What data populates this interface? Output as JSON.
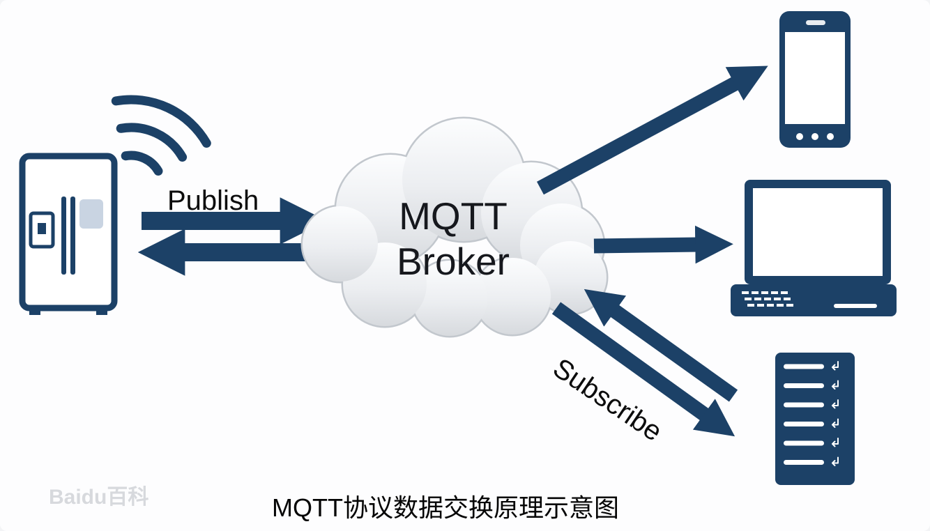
{
  "diagram": {
    "type": "architecture-flow",
    "caption": "MQTT协议数据交换原理示意图",
    "watermark": "Baidu百科",
    "broker": {
      "line1": "MQTT",
      "line2": "Broker"
    },
    "labels": {
      "publish": "Publish",
      "subscribe": "Subscribe"
    },
    "nodes": [
      {
        "id": "refrigerator",
        "role": "publisher",
        "icon": "refrigerator-icon"
      },
      {
        "id": "wifi-signal",
        "role": "decoration",
        "icon": "wifi-signal-icon"
      },
      {
        "id": "mqtt-broker",
        "role": "broker",
        "icon": "cloud-shape"
      },
      {
        "id": "smartphone",
        "role": "subscriber",
        "icon": "smartphone-icon"
      },
      {
        "id": "laptop",
        "role": "subscriber",
        "icon": "laptop-icon"
      },
      {
        "id": "server",
        "role": "subscriber",
        "icon": "server-icon"
      }
    ],
    "flows": [
      {
        "from": "refrigerator",
        "to": "mqtt-broker",
        "label": "Publish"
      },
      {
        "from": "mqtt-broker",
        "to": "refrigerator",
        "label": ""
      },
      {
        "from": "mqtt-broker",
        "to": "smartphone",
        "label": ""
      },
      {
        "from": "mqtt-broker",
        "to": "laptop",
        "label": ""
      },
      {
        "from": "mqtt-broker",
        "to": "server",
        "label": "Subscribe"
      },
      {
        "from": "server",
        "to": "mqtt-broker",
        "label": ""
      }
    ],
    "colors": {
      "navy": "#1c4167",
      "background": "#fdfdfe",
      "cloud_fill_top": "#fcfdfe",
      "cloud_fill_bottom": "#d7dade",
      "cloud_stroke": "#c2c7cd",
      "label_text": "#0c0c0c"
    }
  }
}
